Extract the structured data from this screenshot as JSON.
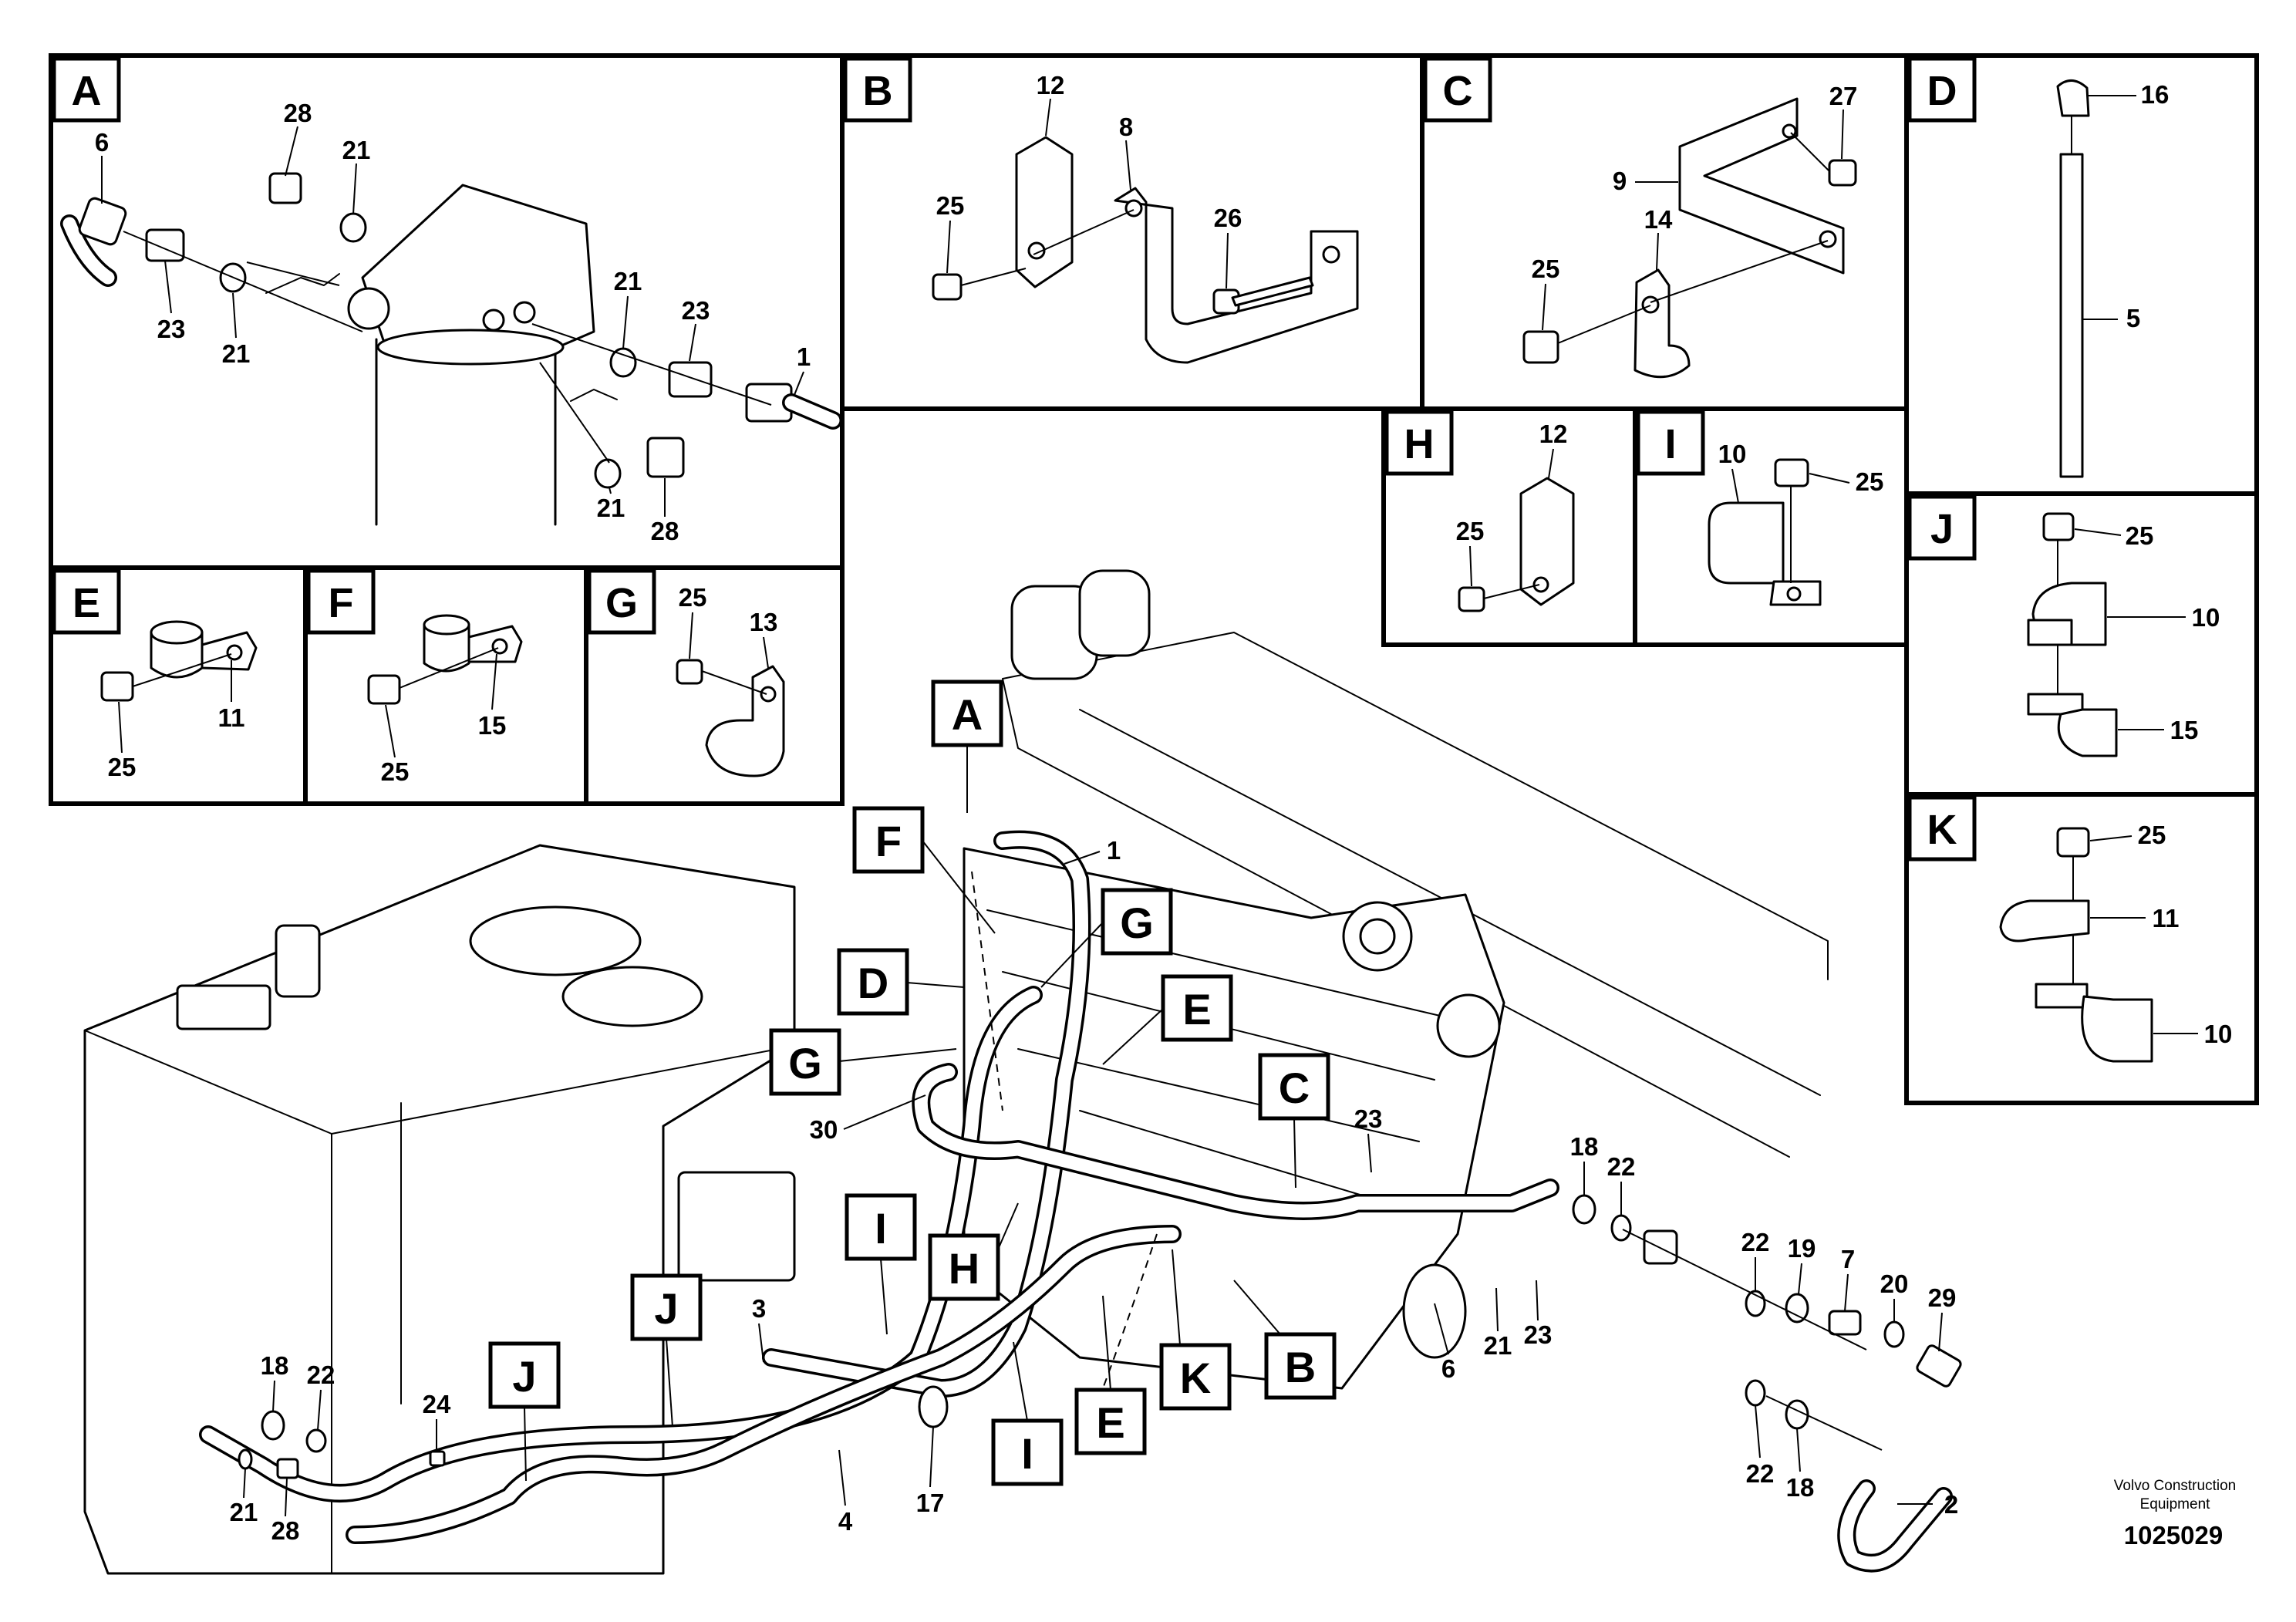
{
  "panels": {
    "A": {
      "letter": "A",
      "callouts": [
        "28",
        "21",
        "6",
        "23",
        "21",
        "21",
        "23",
        "1",
        "21",
        "28"
      ]
    },
    "B": {
      "letter": "B",
      "callouts": [
        "12",
        "8",
        "25",
        "26"
      ]
    },
    "C": {
      "letter": "C",
      "callouts": [
        "27",
        "9",
        "14",
        "25"
      ]
    },
    "D": {
      "letter": "D",
      "callouts": [
        "16",
        "5"
      ]
    },
    "E": {
      "letter": "E",
      "callouts": [
        "11",
        "25"
      ]
    },
    "F": {
      "letter": "F",
      "callouts": [
        "15",
        "25"
      ]
    },
    "G": {
      "letter": "G",
      "callouts": [
        "25",
        "13"
      ]
    },
    "H": {
      "letter": "H",
      "callouts": [
        "12",
        "25"
      ]
    },
    "I": {
      "letter": "I",
      "callouts": [
        "10",
        "25"
      ]
    },
    "J": {
      "letter": "J",
      "callouts": [
        "25",
        "10",
        "15"
      ]
    },
    "K": {
      "letter": "K",
      "callouts": [
        "25",
        "11",
        "10"
      ]
    }
  },
  "main": {
    "location_labels": [
      "A",
      "F",
      "G",
      "D",
      "G",
      "E",
      "C",
      "I",
      "H",
      "J",
      "J",
      "I",
      "E",
      "K",
      "B"
    ],
    "callouts": [
      "1",
      "30",
      "23",
      "18",
      "22",
      "22",
      "19",
      "7",
      "20",
      "29",
      "6",
      "21",
      "23",
      "3",
      "24",
      "18",
      "22",
      "21",
      "28",
      "4",
      "17",
      "22",
      "18",
      "2"
    ]
  },
  "footer": {
    "credit_line1": "Volvo Construction",
    "credit_line2": "Equipment",
    "drawing_number": "1025029"
  }
}
